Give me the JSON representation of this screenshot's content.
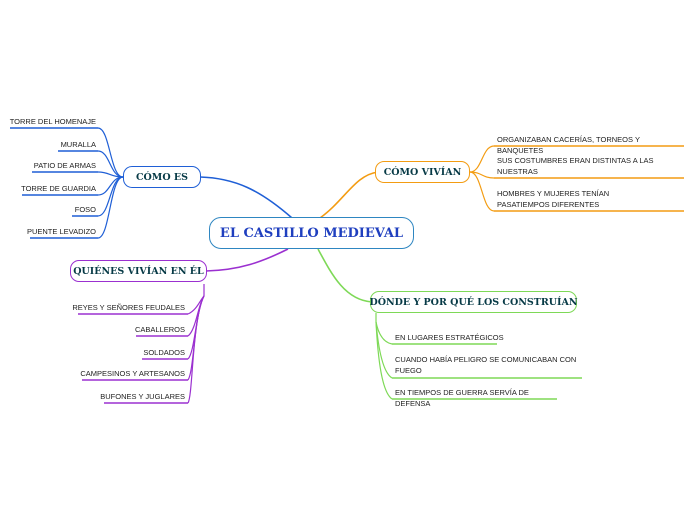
{
  "center": {
    "label": "EL CASTILLO MEDIEVAL",
    "color": "#2e86c1"
  },
  "branches": {
    "como_es": {
      "label": "CÓMO ES",
      "color": "#1f5fd6",
      "items": [
        "TORRE DEL HOMENAJE",
        "MURALLA",
        "PATIO DE ARMAS",
        "TORRE DE GUARDIA",
        "FOSO",
        "PUENTE LEVADIZO"
      ]
    },
    "como_vivian": {
      "label": "CÓMO VIVÍAN",
      "color": "#f39c12",
      "items": [
        "ORGANIZABAN CACERÍAS, TORNEOS Y BANQUETES",
        "SUS COSTUMBRES ERAN DISTINTAS A LAS NUESTRAS",
        "HOMBRES Y MUJERES TENÍAN PASATIEMPOS DIFERENTES"
      ]
    },
    "quienes_vivian": {
      "label": "QUIÉNES VIVÍAN EN ÉL",
      "color": "#9b30d0",
      "items": [
        "REYES Y SEÑORES FEUDALES",
        "CABALLEROS",
        "SOLDADOS",
        "CAMPESINOS Y ARTESANOS",
        "BUFONES Y JUGLARES"
      ]
    },
    "donde": {
      "label": "DÓNDE Y POR QUÉ LOS CONSTRUÍAN",
      "color": "#7ed957",
      "items": [
        "EN LUGARES ESTRATÉGICOS",
        "CUANDO HABÍA PELIGRO SE COMUNICABAN CON FUEGO",
        "EN TIEMPOS DE GUERRA SERVÍA DE DEFENSA"
      ]
    }
  }
}
